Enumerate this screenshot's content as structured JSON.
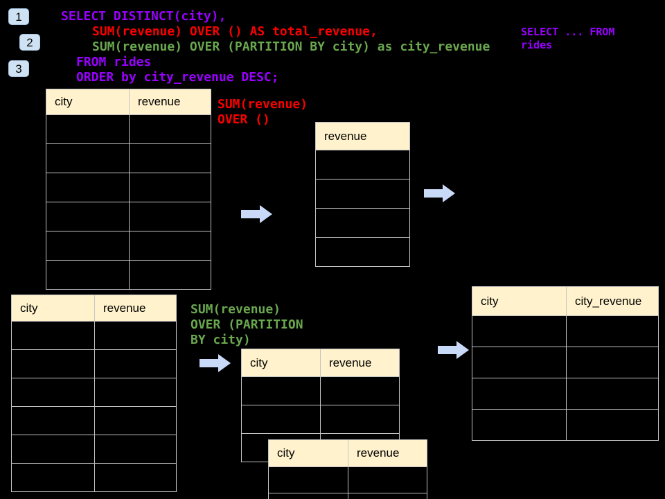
{
  "colors": {
    "background": "#000000",
    "code_purple": "#9900FF",
    "code_red": "#FB0000",
    "code_green": "#6AA84F",
    "table_header_fill": "#FFF2CC",
    "table_border": "#C4C4C4",
    "arrow_fill": "#C9DAF8",
    "badge_fill": "#CFE2F3"
  },
  "badges": [
    {
      "label": "1"
    },
    {
      "label": "2"
    },
    {
      "label": "3"
    }
  ],
  "sql": {
    "lines": [
      "SELECT DISTINCT(city),",
      "SUM(revenue) OVER () AS total_revenue,",
      "SUM(revenue) OVER (PARTITION BY city) as city_revenue",
      "FROM rides",
      "ORDER by city_revenue DESC;"
    ]
  },
  "side_code": {
    "lines": [
      "SELECT ... FROM",
      "rides"
    ]
  },
  "labels": {
    "total": [
      "SUM(revenue)",
      "OVER ()"
    ],
    "partition": [
      "SUM(revenue)",
      "OVER (PARTITION",
      "BY city)"
    ]
  },
  "tables": {
    "source_top": {
      "headers": [
        "city",
        "revenue"
      ],
      "rows": 6
    },
    "total_revenue": {
      "headers": [
        "revenue"
      ],
      "rows": 4
    },
    "source_bottom": {
      "headers": [
        "city",
        "revenue"
      ],
      "rows": 6
    },
    "partition_a": {
      "headers": [
        "city",
        "revenue"
      ],
      "rows": 3
    },
    "partition_b": {
      "headers": [
        "city",
        "revenue"
      ],
      "rows": 2
    },
    "result": {
      "headers": [
        "city",
        "city_revenue"
      ],
      "rows": 4
    }
  }
}
